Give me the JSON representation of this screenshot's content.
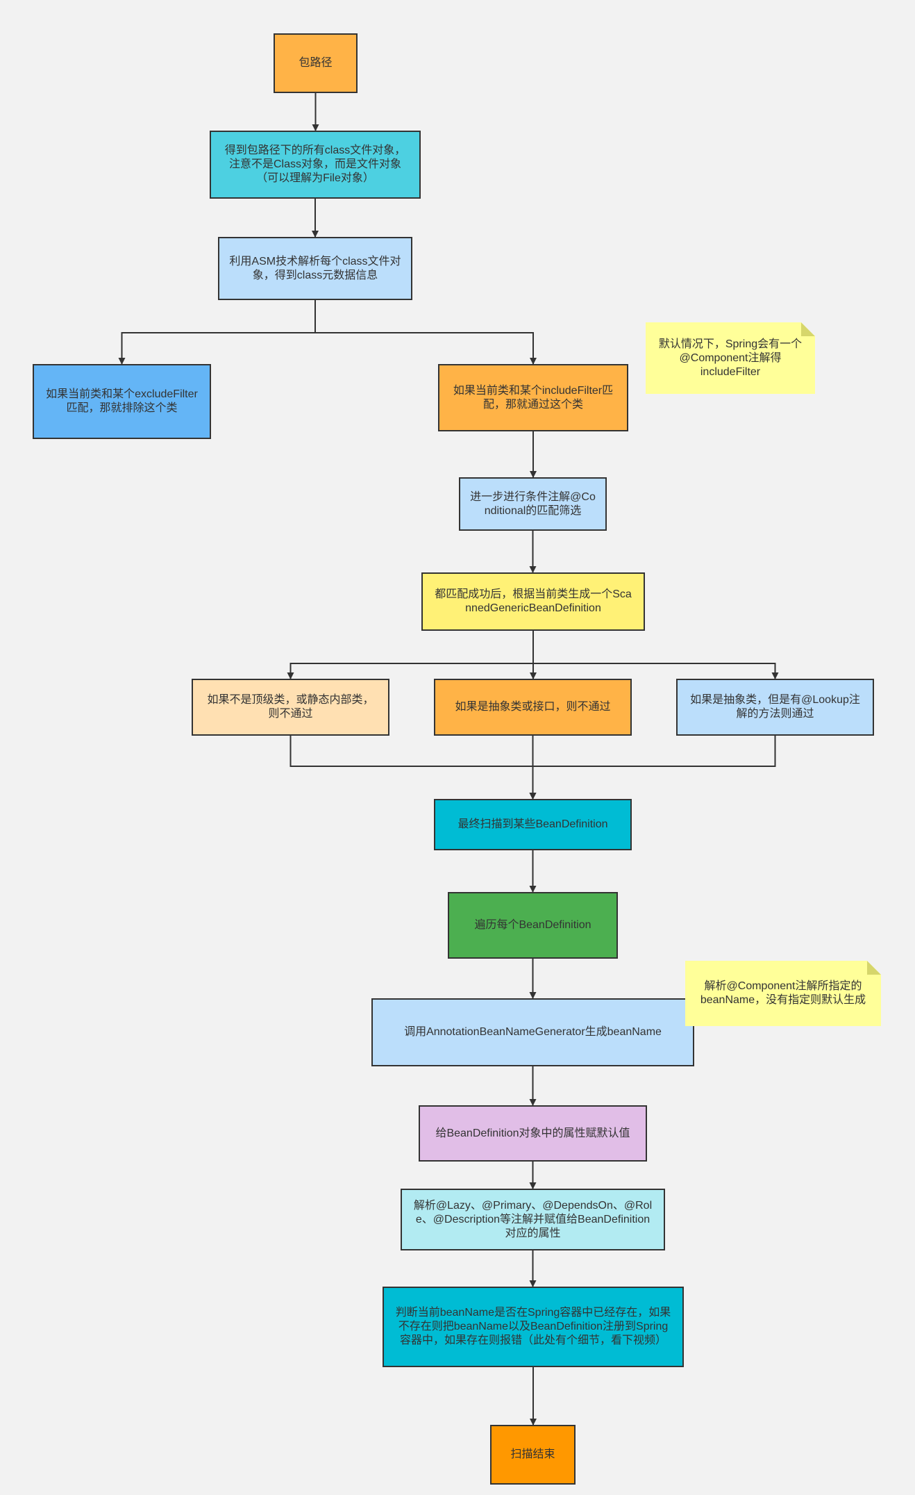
{
  "diagram": {
    "nodes": [
      {
        "id": "n1",
        "text": "包路径",
        "fill": "#ffb347"
      },
      {
        "id": "n2",
        "text": "得到包路径下的所有class文件对象，注意不是Class对象，而是文件对象（可以理解为File对象）",
        "fill": "#4dd0e1"
      },
      {
        "id": "n3",
        "text": "利用ASM技术解析每个class文件对象，得到class元数据信息",
        "fill": "#bbdefb"
      },
      {
        "id": "n4",
        "text": "如果当前类和某个excludeFilter匹配，那就排除这个类",
        "fill": "#64b5f6"
      },
      {
        "id": "n5",
        "text": "如果当前类和某个includeFilter匹配，那就通过这个类",
        "fill": "#ffb347"
      },
      {
        "id": "n6",
        "text": "进一步进行条件注解@Conditional的匹配筛选",
        "fill": "#bbdefb"
      },
      {
        "id": "n7",
        "text": "都匹配成功后，根据当前类生成一个ScannedGenericBeanDefinition",
        "fill": "#fff176"
      },
      {
        "id": "n8",
        "text": "如果不是顶级类，或静态内部类，则不通过",
        "fill": "#ffe0b2"
      },
      {
        "id": "n9",
        "text": "如果是抽象类或接口，则不通过",
        "fill": "#ffb347"
      },
      {
        "id": "n10",
        "text": "如果是抽象类，但是有@Lookup注解的方法则通过",
        "fill": "#bbdefb"
      },
      {
        "id": "n11",
        "text": "最终扫描到某些BeanDefinition",
        "fill": "#00bcd4"
      },
      {
        "id": "n12",
        "text": "遍历每个BeanDefinition",
        "fill": "#4caf50"
      },
      {
        "id": "n13",
        "text": "调用AnnotationBeanNameGenerator生成beanName",
        "fill": "#bbdefb"
      },
      {
        "id": "n14",
        "text": "给BeanDefinition对象中的属性赋默认值",
        "fill": "#e1bee7"
      },
      {
        "id": "n15",
        "text": "解析@Lazy、@Primary、@DependsOn、@Role、@Description等注解并赋值给BeanDefinition对应的属性",
        "fill": "#b2ebf2"
      },
      {
        "id": "n16",
        "text": "判断当前beanName是否在Spring容器中已经存在，如果不存在则把beanName以及BeanDefinition注册到Spring容器中，如果存在则报错（此处有个细节，看下视频）",
        "fill": "#00bcd4"
      },
      {
        "id": "n17",
        "text": "扫描结束",
        "fill": "#ff9800"
      }
    ],
    "notes": [
      {
        "id": "note1",
        "text": "默认情况下，Spring会有一个@Component注解得includeFilter"
      },
      {
        "id": "note2",
        "text": "解析@Component注解所指定的beanName，没有指定则默认生成"
      }
    ],
    "edges": [
      {
        "from": "n1",
        "to": "n2"
      },
      {
        "from": "n2",
        "to": "n3"
      },
      {
        "from": "n3",
        "to": "n4"
      },
      {
        "from": "n3",
        "to": "n5"
      },
      {
        "from": "n5",
        "to": "n6"
      },
      {
        "from": "n6",
        "to": "n7"
      },
      {
        "from": "n7",
        "to": "n8"
      },
      {
        "from": "n7",
        "to": "n9"
      },
      {
        "from": "n7",
        "to": "n10"
      },
      {
        "from": "n8",
        "to": "n11"
      },
      {
        "from": "n9",
        "to": "n11"
      },
      {
        "from": "n10",
        "to": "n11"
      },
      {
        "from": "n11",
        "to": "n12"
      },
      {
        "from": "n12",
        "to": "n13"
      },
      {
        "from": "n13",
        "to": "n14"
      },
      {
        "from": "n14",
        "to": "n15"
      },
      {
        "from": "n15",
        "to": "n16"
      },
      {
        "from": "n16",
        "to": "n17"
      }
    ]
  }
}
